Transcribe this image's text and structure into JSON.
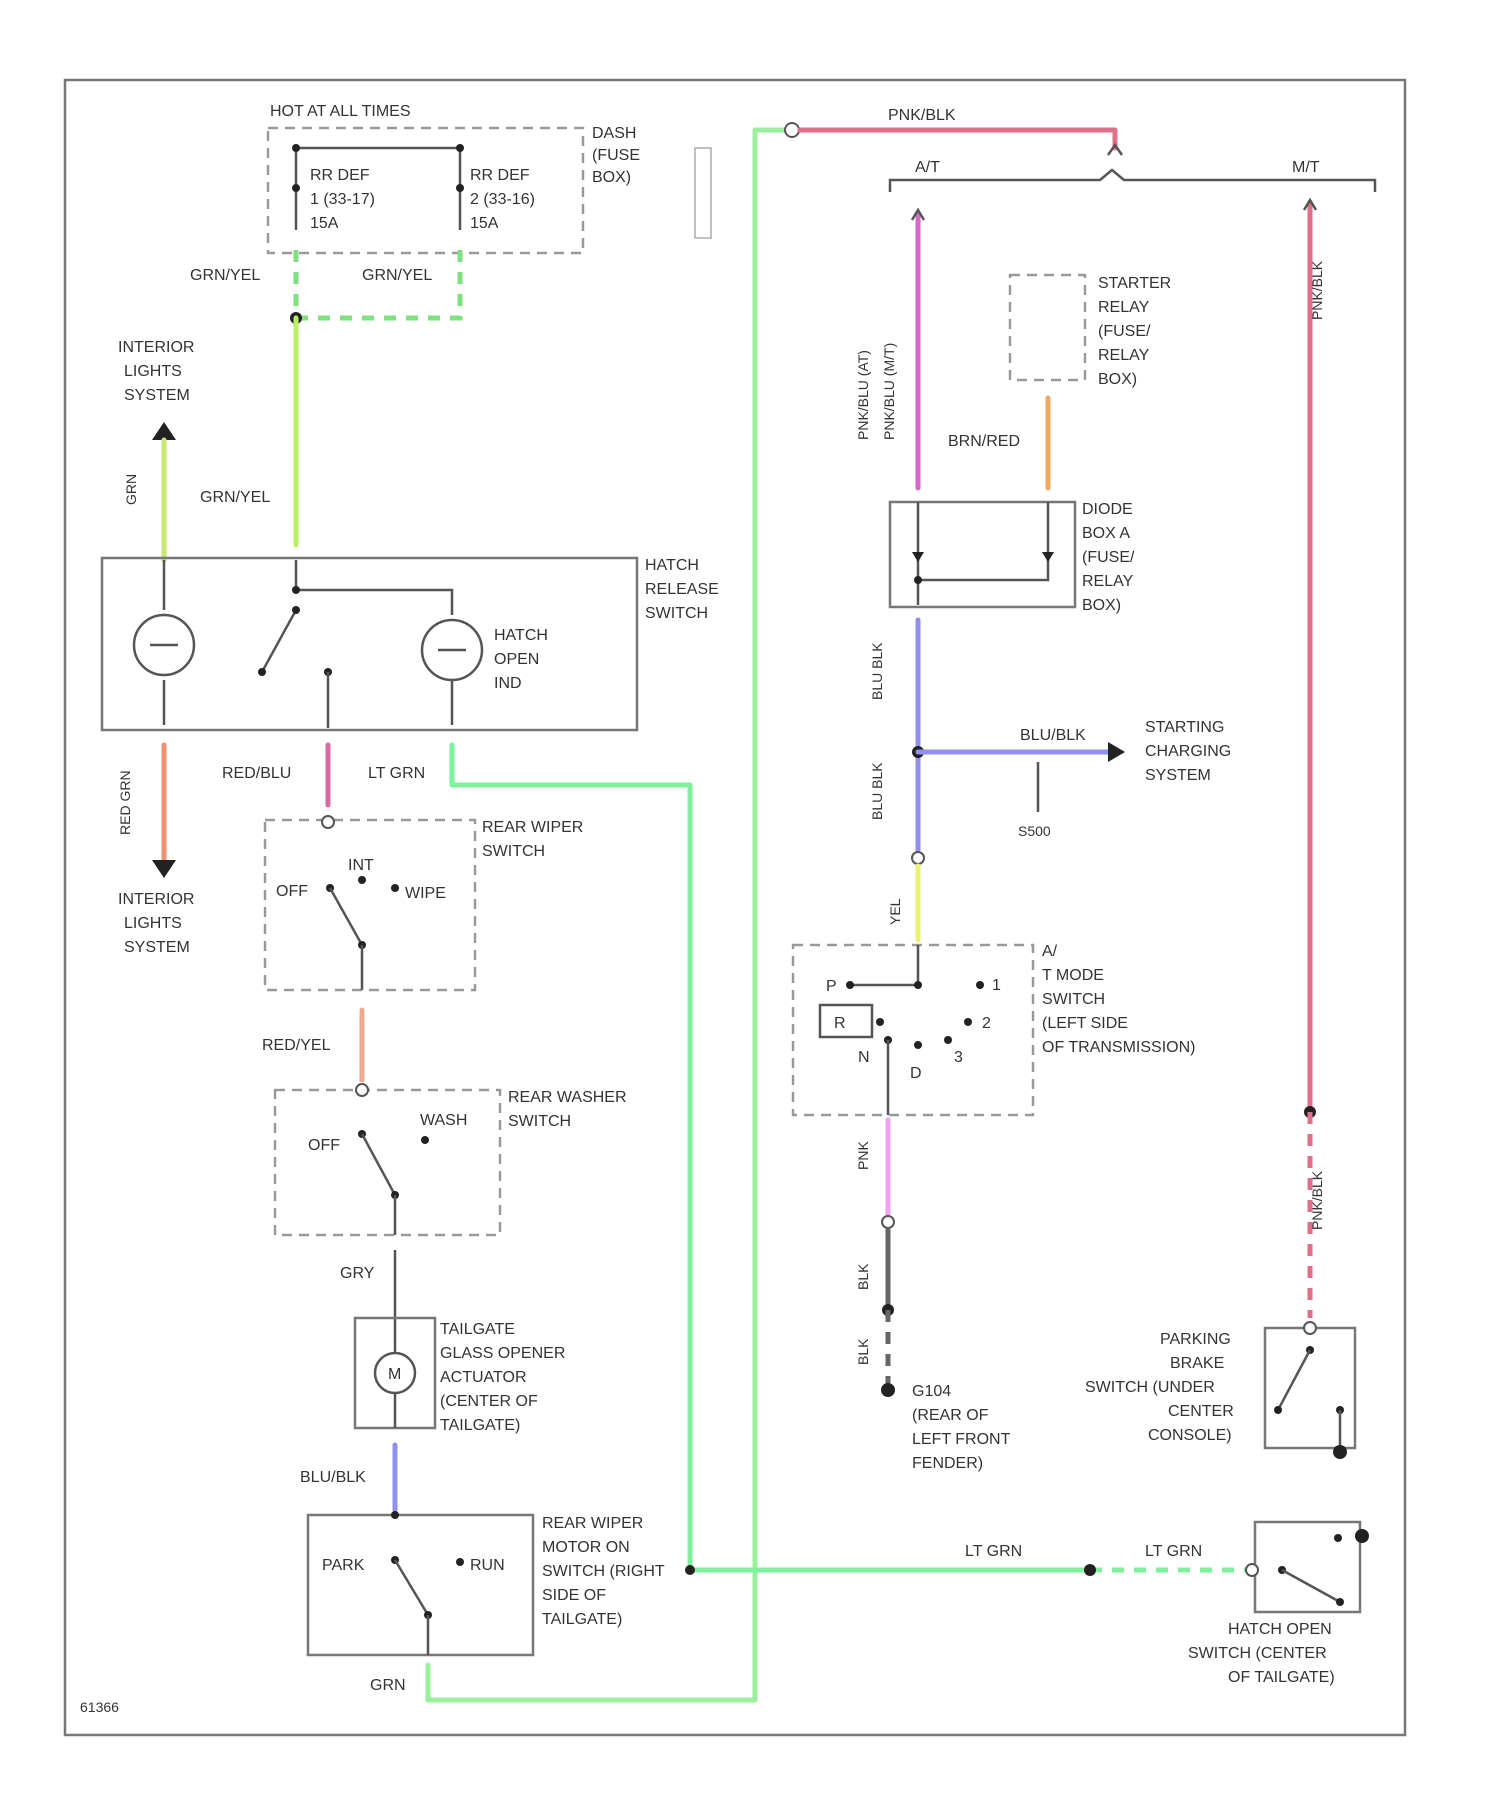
{
  "colors": {
    "grn_yel": "#b8f060",
    "grn_yel_dash": "#7ee07e",
    "lt_grn": "#7df29a",
    "pnk": "#e0708a",
    "pnk_red": "#e888c8",
    "blu": "#8f8ff0",
    "brn": "#f0a860",
    "red_blu": "#d868a8",
    "red_yel": "#f0a890",
    "red": "#f09070",
    "yel": "#f0f070",
    "grn": "#9af09a",
    "pnk2": "#f4a0f0",
    "frame": "#777777"
  },
  "labels": {
    "hot_at_all_times": "HOT AT ALL TIMES",
    "dash_fuse_box": [
      "DASH",
      "(FUSE",
      "BOX)"
    ],
    "rr_def_1": [
      "RR DEF",
      "1 (33-17)",
      "15A"
    ],
    "rr_def_2": [
      "RR DEF",
      "2 (33-16)",
      "15A"
    ],
    "grn_yel": "GRN/YEL",
    "interior_lights_top": [
      "INTERIOR",
      "LIGHTS",
      "SYSTEM"
    ],
    "interior_lights_bottom": [
      "INTERIOR",
      "LIGHTS",
      "SYSTEM"
    ],
    "hatch_release_switch": [
      "HATCH",
      "RELEASE",
      "SWITCH"
    ],
    "hatch_open_ind": [
      "HATCH",
      "OPEN",
      "IND"
    ],
    "red_blu": "RED/BLU",
    "lt_grn": "LT GRN",
    "rear_wiper_switch": [
      "REAR WIPER",
      "SWITCH"
    ],
    "off": "OFF",
    "int": "INT",
    "wipe": "WIPE",
    "red_yel": "RED/YEL",
    "rear_washer_switch": [
      "REAR WASHER",
      "SWITCH"
    ],
    "wash": "WASH",
    "gry": "GRY",
    "tailgate_actuator": [
      "TAILGATE",
      "GLASS OPENER",
      "ACTUATOR",
      "(CENTER OF",
      "TAILGATE)"
    ],
    "motor": "M",
    "blu_blk": "BLU/BLK",
    "rear_wiper_motor": [
      "REAR WIPER",
      "MOTOR ON",
      "SWITCH (RIGHT",
      "SIDE OF",
      "TAILGATE)"
    ],
    "park": "PARK",
    "run": "RUN",
    "grn": "GRN",
    "ground_code": "G1",
    "pnk_blk": "PNK/BLK",
    "at": "A/T",
    "mt": "M/T",
    "starter_relay": [
      "STARTER",
      "RELAY",
      "(FUSE/",
      "RELAY",
      "BOX)"
    ],
    "brn_red": "BRN/RED",
    "diode_box": [
      "DIODE",
      "BOX A",
      "(FUSE/",
      "RELAY",
      "BOX)"
    ],
    "pnk_blu": [
      "PNK/BLU (AT)",
      "PNK/BLU (M/T)"
    ],
    "blu_blk_v": "BLU BLK",
    "starting_charging": [
      "STARTING",
      "CHARGING",
      "SYSTEM"
    ],
    "splice_code": "S500",
    "yel_v": "YEL",
    "at_mode_switch": [
      "A/",
      "T MODE",
      "SWITCH",
      "(LEFT SIDE",
      "OF TRANSMISSION)"
    ],
    "gears": [
      "P",
      "R",
      "N",
      "D",
      "2",
      "1",
      "3"
    ],
    "pnk_v": "PNK",
    "blk_v": "BLK",
    "g104": [
      "G104",
      "(REAR OF",
      "LEFT FRONT",
      "FENDER)"
    ],
    "pnk_right": "PNK/BLK",
    "parking_brake": [
      "PARKING",
      "BRAKE",
      "SWITCH (UNDER",
      "CENTER",
      "CONSOLE)"
    ],
    "hatch_open_switch": [
      "HATCH OPEN",
      "SWITCH (CENTER",
      "OF TAILGATE)"
    ],
    "diagram_code": "61366"
  }
}
